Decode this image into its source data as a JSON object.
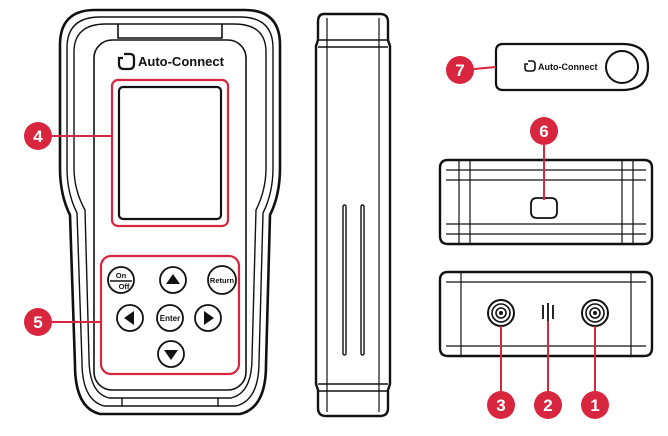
{
  "brand": {
    "name": "Auto-Connect",
    "logo_icon": "clip-logo-icon"
  },
  "keys": {
    "on": "On",
    "off": "Off",
    "return": "Return",
    "enter": "Enter",
    "up_icon": "triangle-up-icon",
    "down_icon": "triangle-down-icon",
    "left_icon": "triangle-left-icon",
    "right_icon": "triangle-right-icon"
  },
  "callouts": [
    {
      "id": "4",
      "label": "4"
    },
    {
      "id": "5",
      "label": "5"
    },
    {
      "id": "6",
      "label": "6"
    },
    {
      "id": "7",
      "label": "7"
    },
    {
      "id": "3",
      "label": "3"
    },
    {
      "id": "2",
      "label": "2"
    },
    {
      "id": "1",
      "label": "1"
    }
  ],
  "colors": {
    "accent": "#d7263d",
    "outline": "#111111",
    "background": "#ffffff"
  }
}
